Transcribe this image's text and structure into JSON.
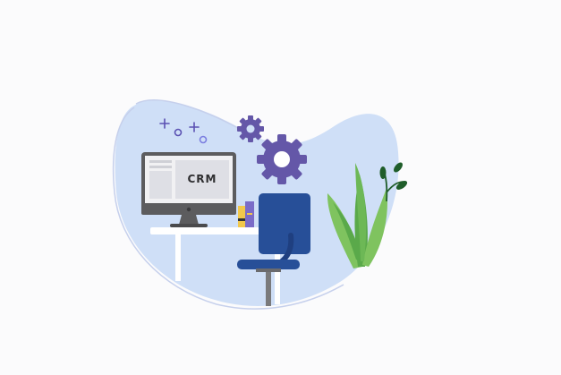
{
  "illustration": {
    "monitor_screen_text": "CRM",
    "icons": [
      "gear-icon-large",
      "gear-icon-small",
      "plus-sparkle-icon",
      "circle-sparkle-icon"
    ],
    "colors": {
      "background": "#fbfbfc",
      "blob": "#cfdff7",
      "blob_outline": "#c6d0ec",
      "gear": "#6457a8",
      "chair": "#274f98",
      "chair_dark": "#1f3f80",
      "monitor_frame": "#5c5c5e",
      "monitor_screen": "#f1f1f3",
      "desk": "#ffffff",
      "leaf_light": "#7fc35f",
      "leaf_mid": "#5aa94a",
      "leaf_dark": "#1f5d2a",
      "sparkle": "#5a50b2"
    }
  }
}
